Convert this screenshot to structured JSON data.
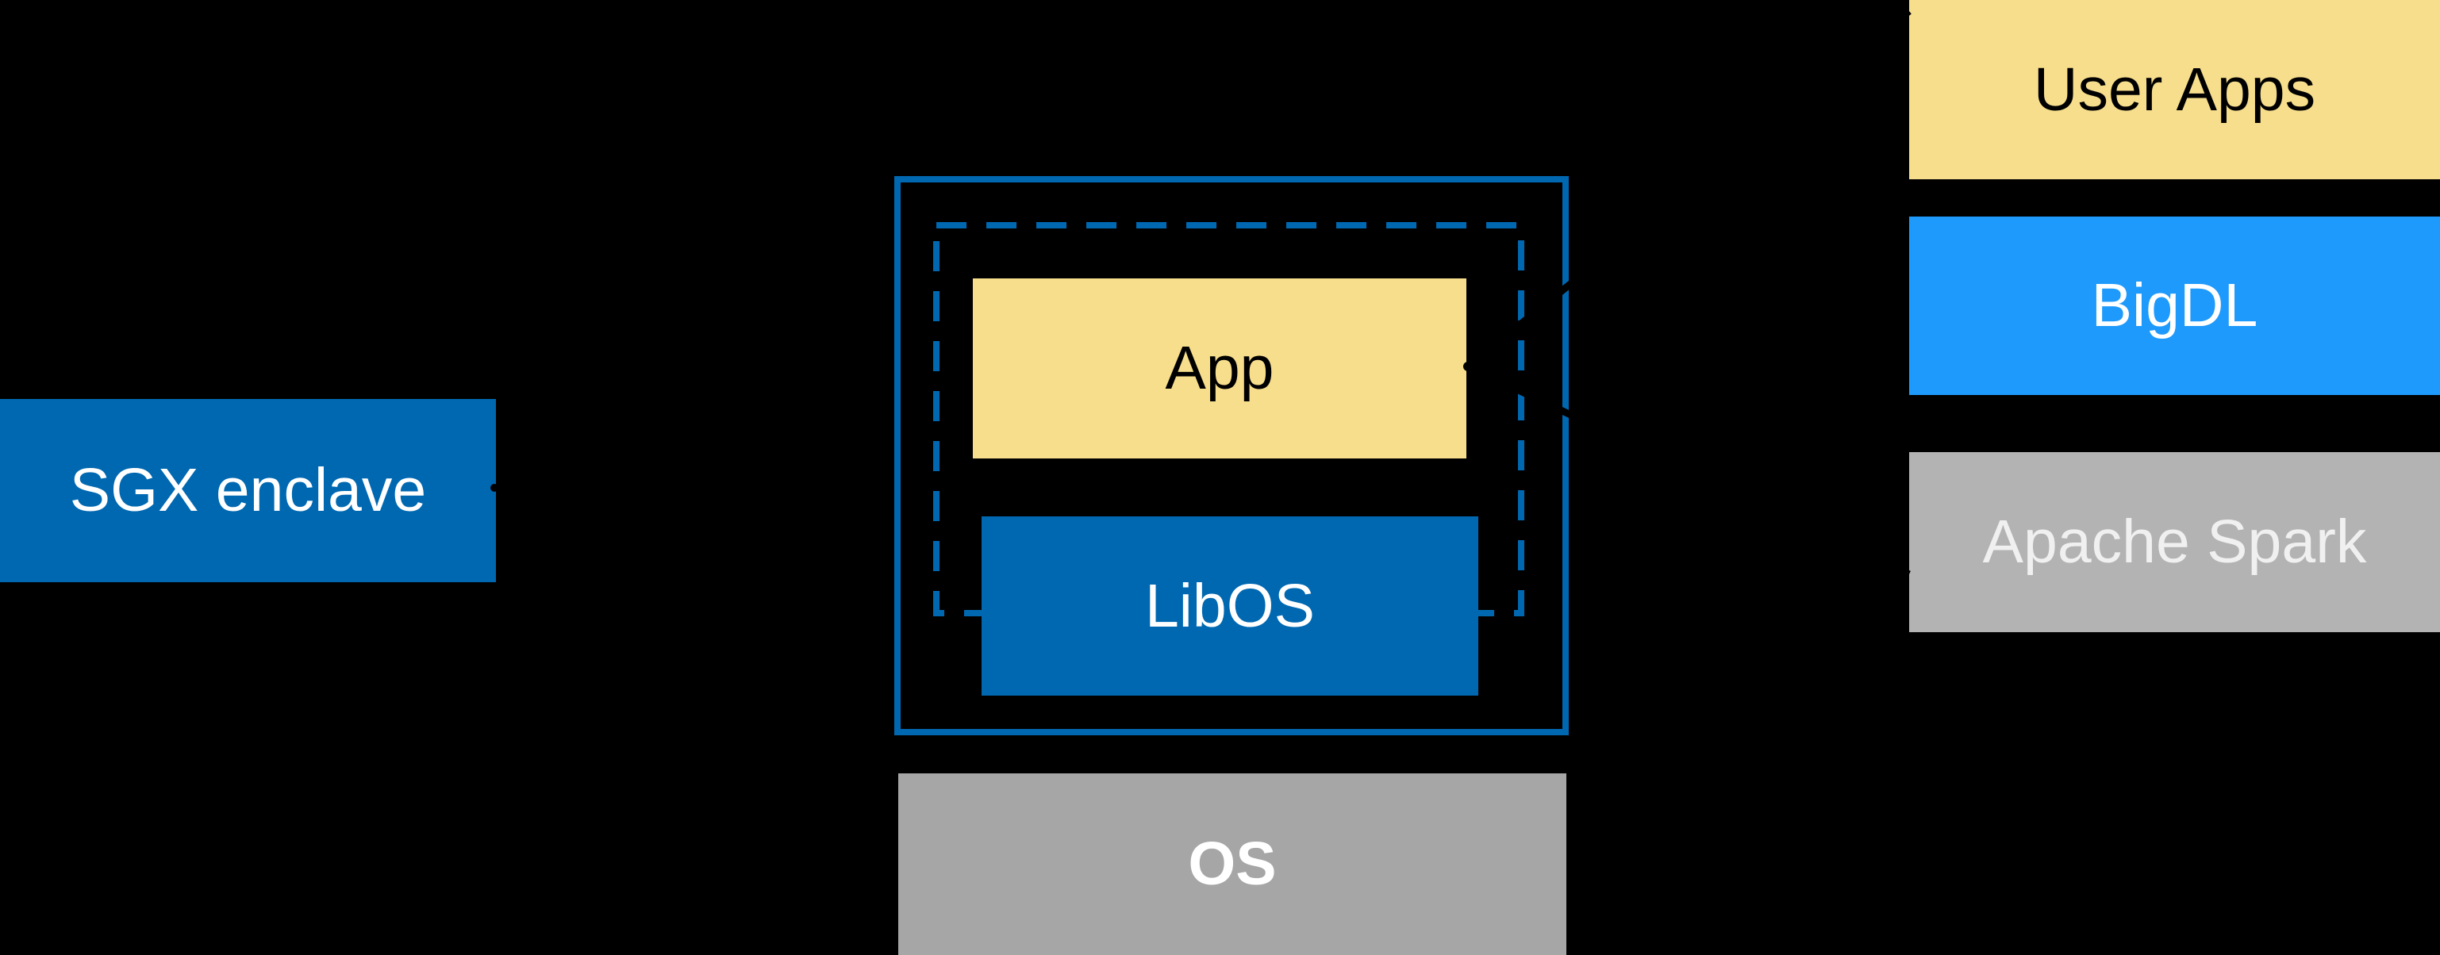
{
  "diagram": {
    "background": "#000000",
    "sgx_label_box": {
      "label": "SGX enclave",
      "fill": "#0068B1",
      "text_color": "#FFFFFF"
    },
    "enclave_box": {
      "border_color": "#0068B1",
      "dashed_boundary_color": "#0068B1",
      "app": {
        "label": "App",
        "fill": "#F7DE8C",
        "text_color": "#000000"
      },
      "libos": {
        "label": "LibOS",
        "fill": "#0068B1",
        "text_color": "#FFFFFF"
      }
    },
    "os_box": {
      "label": "OS",
      "fill": "#A6A6A6",
      "text_color": "#FFFFFF"
    },
    "stack": {
      "items": [
        {
          "label": "User Apps",
          "fill": "#F7DE8C",
          "text_color": "#000000"
        },
        {
          "label": "BigDL",
          "fill": "#1E9AFC",
          "text_color": "#FFFFFF"
        },
        {
          "label": "Apache Spark",
          "fill": "#B3B3B3",
          "text_color": "#F0F0F0"
        }
      ]
    },
    "connectors": {
      "color": "#000000"
    }
  }
}
